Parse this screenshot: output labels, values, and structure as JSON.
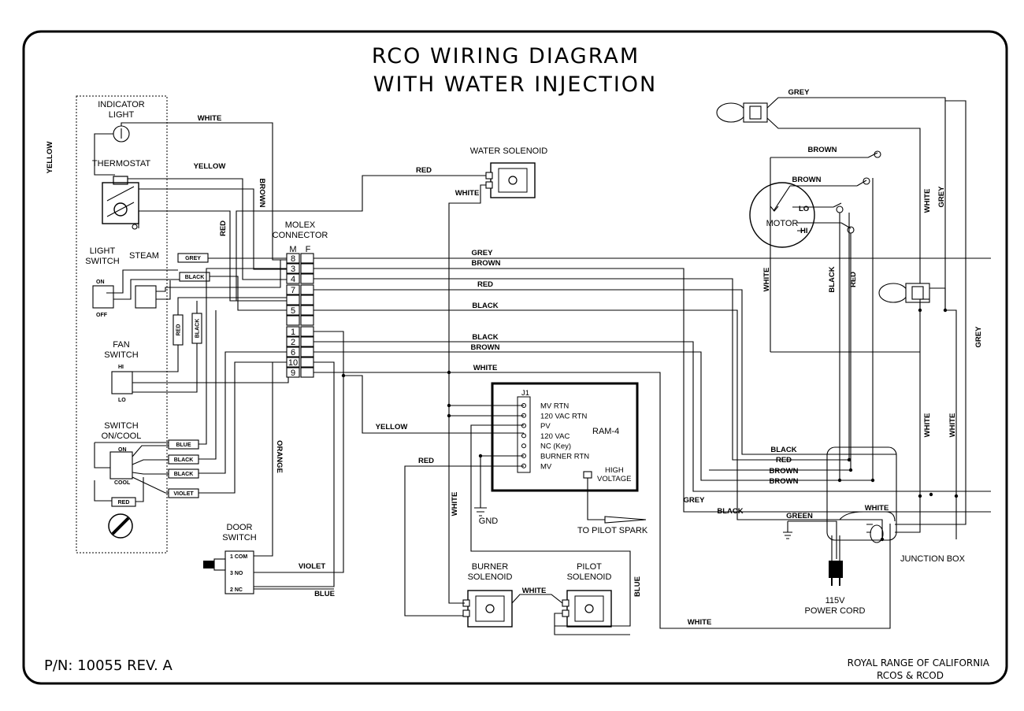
{
  "title": {
    "line1": "RCO WIRING DIAGRAM",
    "line2": "WITH WATER INJECTION"
  },
  "footer": {
    "part_number": "P/N: 10055 REV. A",
    "company": "ROYAL RANGE OF CALIFORNIA",
    "models": "RCOS & RCOD"
  },
  "components": {
    "indicator_light_1": "INDICATOR",
    "indicator_light_2": "LIGHT",
    "thermostat": "THERMOSTAT",
    "light_switch_1": "LIGHT",
    "light_switch_2": "SWITCH",
    "steam": "STEAM",
    "fan_switch_1": "FAN",
    "fan_switch_2": "SWITCH",
    "switch_oncool_1": "SWITCH",
    "switch_oncool_2": "ON/COOL",
    "molex_1": "MOLEX",
    "molex_2": "CONNECTOR",
    "molex_m": "M",
    "molex_f": "F",
    "water_solenoid": "WATER SOLENOID",
    "door_switch_1": "DOOR",
    "door_switch_2": "SWITCH",
    "burner_solenoid_1": "BURNER",
    "burner_solenoid_2": "SOLENOID",
    "pilot_solenoid_1": "PILOT",
    "pilot_solenoid_2": "SOLENOID",
    "motor": "MOTOR",
    "lo": "LO",
    "hi": "HI",
    "junction_box": "JUNCTION BOX",
    "power_cord_1": "115V",
    "power_cord_2": "POWER CORD",
    "gnd": "GND",
    "pilot_spark": "TO PILOT SPARK",
    "high_voltage_1": "HIGH",
    "high_voltage_2": "VOLTAGE"
  },
  "switch_marks": {
    "on": "ON",
    "off": "OFF",
    "hi": "HI",
    "lo": "LO",
    "on2": "ON",
    "cool": "COOL",
    "com": "1 COM",
    "no": "3 NO",
    "nc": "2 NC"
  },
  "molex_pins": [
    "8",
    "3",
    "4",
    "7",
    "5",
    "1",
    "2",
    "6",
    "10",
    "9"
  ],
  "ram4": {
    "name": "RAM-4",
    "header": "J1",
    "terminals": [
      "MV RTN",
      "120 VAC RTN",
      "PV",
      "120 VAC",
      "NC (Key)",
      "BURNER RTN",
      "MV"
    ]
  },
  "wire_tags": {
    "grey": "GREY",
    "black": "BLACK",
    "red": "RED",
    "blue": "BLUE",
    "violet": "VIOLET"
  },
  "wire_labels": {
    "white_top": "WHITE",
    "yellow_left": "YELLOW",
    "yellow_therm": "YELLOW",
    "brown_vert": "BROWN",
    "red_vert": "RED",
    "red_water": "RED",
    "white_water": "WHITE",
    "grey_bus": "GREY",
    "brown_bus": "BROWN",
    "red_bus": "RED",
    "black_bus": "BLACK",
    "black_bus2": "BLACK",
    "brown_bus2": "BROWN",
    "white_bus": "WHITE",
    "yellow_pv": "YELLOW",
    "red_burner": "RED",
    "white_vert": "WHITE",
    "orange": "ORANGE",
    "violet_door": "VIOLET",
    "blue_door": "BLUE",
    "white_pilot": "WHITE",
    "blue_pilot": "BLUE",
    "white_bottom": "WHITE",
    "grey_lamp": "GREY",
    "brown_motor1": "BROWN",
    "brown_motor2": "BROWN",
    "white_motor": "WHITE",
    "black_motor": "BLACK",
    "red_motor": "RED",
    "white_r1": "WHITE",
    "grey_r1": "GREY",
    "grey_r2": "GREY",
    "white_r2": "WHITE",
    "white_r3": "WHITE",
    "jb_black": "BLACK",
    "jb_red": "RED",
    "jb_brown1": "BROWN",
    "jb_brown2": "BROWN",
    "jb_grey": "GREY",
    "jb_black2": "BLACK",
    "jb_green": "GREEN",
    "jb_white": "WHITE"
  }
}
